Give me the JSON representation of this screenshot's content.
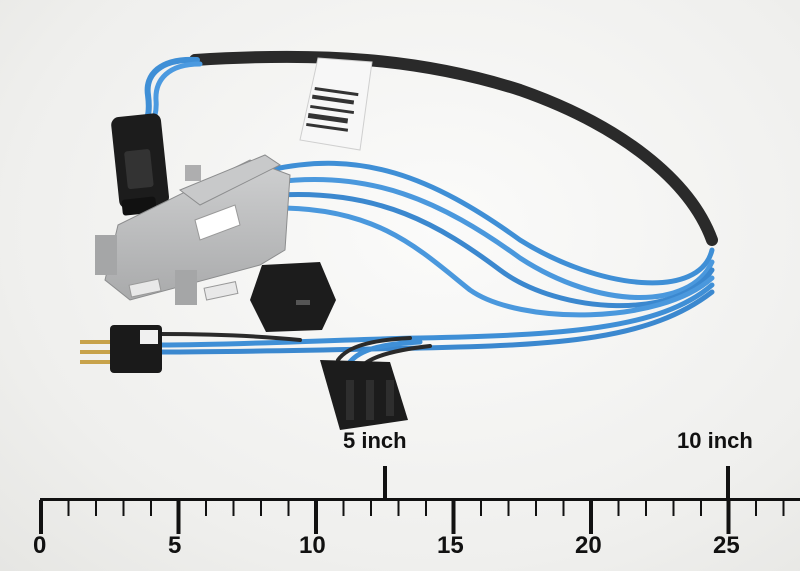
{
  "ruler": {
    "inch_labels": [
      "5 inch",
      "10 inch"
    ],
    "cm_labels": [
      "0",
      "5",
      "10",
      "15",
      "20",
      "25"
    ]
  },
  "colors": {
    "blue_wire": "#3f8fd6",
    "black_sleeve": "#2a2a2a",
    "relay_housing": "#b9babb",
    "connector_black": "#1c1c1c"
  }
}
